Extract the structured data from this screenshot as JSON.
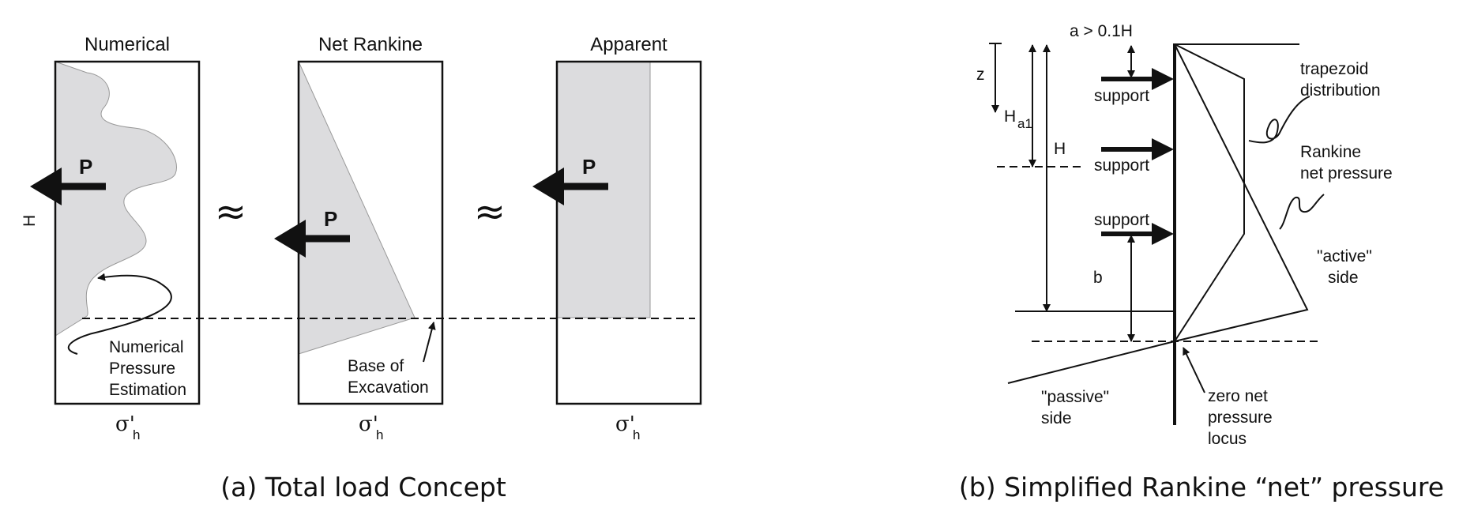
{
  "panel_a": {
    "titles": {
      "numerical": "Numerical",
      "net_rankine": "Net Rankine",
      "apparent": "Apparent"
    },
    "height_label": "H",
    "load_label": "P",
    "approx_symbol": "≈",
    "stress_main": "σ'",
    "stress_sub": "h",
    "numerical_note": [
      "Numerical",
      "Pressure",
      "Estimation"
    ],
    "base_note": [
      "Base of",
      "Excavation"
    ],
    "caption": "(a) Total load Concept"
  },
  "panel_b": {
    "a_label": "a > 0.1H",
    "z_label": "z",
    "ha1_main": "H",
    "ha1_sub": "a1",
    "h_label": "H",
    "b_label": "b",
    "support_label": "support",
    "trapezoid_note": [
      "trapezoid",
      "distribution"
    ],
    "rankine_note": [
      "Rankine",
      "net pressure"
    ],
    "active_note": [
      "\"active\"",
      "side"
    ],
    "passive_note": [
      "\"passive\"",
      "side"
    ],
    "zero_note": [
      "zero net",
      "pressure",
      "locus"
    ],
    "caption": "(b) Simplified Rankine “net” pressure"
  }
}
